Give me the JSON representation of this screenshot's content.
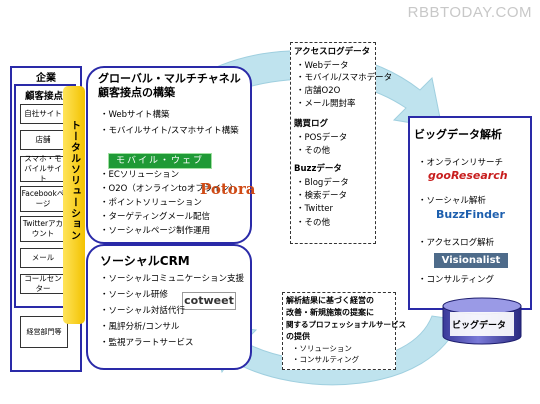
{
  "watermark": "RBBTODAY.COM",
  "enterprise": {
    "title": "企業",
    "touchpoints_title": "顧客接点",
    "channels": [
      "自社サイト",
      "店舗",
      "スマホ・モバイルサイト",
      "Facebookページ",
      "Twitterアカウント",
      "メール",
      "コールセンター"
    ],
    "department": "経営部門等",
    "solution_bar": "トータルソリューション"
  },
  "panel_global": {
    "title_line1": "グローバル・マルチチャネル",
    "title_line2": "顧客接点の構築",
    "bullets": [
      "Webサイト構築",
      "モバイルサイト/スマホサイト構築",
      "ECソリューション",
      "O2O（オンラインtoオフライン）",
      "ポイントソリューション",
      "ターゲティングメール配信",
      "ソーシャルページ制作運用"
    ],
    "logo_mobile_web": "モバイル・ウェブ",
    "logo_potora": "Potora"
  },
  "panel_crm": {
    "title": "ソーシャルCRM",
    "bullets": [
      "ソーシャルコミュニケーション支援",
      "ソーシャル研修",
      "ソーシャル対話代行",
      "風評分析/コンサル",
      "監視アラートサービス"
    ],
    "logo_cotweet": "cotweet"
  },
  "data_box": {
    "group1_title": "アクセスログデータ",
    "group1_items": [
      "Webデータ",
      "モバイル/スマホデータ",
      "店舗O2O",
      "メール開封率"
    ],
    "group2_title": "購買ログ",
    "group2_items": [
      "POSデータ",
      "その他"
    ],
    "group3_title": "Buzzデータ",
    "group3_items": [
      "Blogデータ",
      "検索データ",
      "Twitter",
      "その他"
    ]
  },
  "analysis_box": {
    "lines": [
      "解析結果に基づく経営の",
      "改善・新規施策の提案に",
      "関するプロフェッショナルサービス",
      "の提供"
    ],
    "items": [
      "ソリューション",
      "コンサルティング"
    ]
  },
  "bigdata": {
    "title": "ビッグデータ解析",
    "items": [
      "オンラインリサーチ",
      "ソーシャル解析",
      "アクセスログ解析",
      "コンサルティング"
    ],
    "logo_goo": "gooResearch",
    "logo_buzzfinder": "BuzzFinder",
    "logo_visionalist": "Visionalist",
    "cylinder_label": "ビッグデータ"
  },
  "colors": {
    "panel_border": "#2a2aa8",
    "cycle_fill": "#bfe3ee",
    "solution_bar": "#f3c200"
  }
}
